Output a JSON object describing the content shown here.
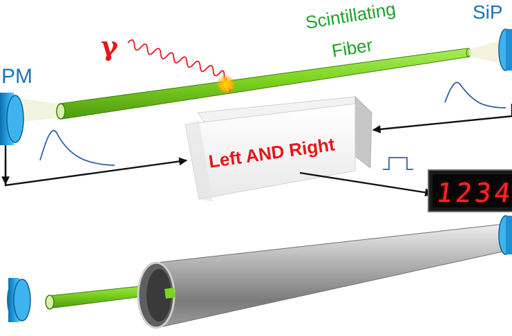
{
  "labels": {
    "left_detector": "PM",
    "right_detector": "SiP",
    "gamma_symbol": "γ",
    "fiber_line1": "Scintillating",
    "fiber_line2": "Fiber",
    "logic_unit": "Left AND Right",
    "counter_value": "1234"
  },
  "colors": {
    "fiber": "#7ed321",
    "detector": "#1e9be0",
    "gamma_wave": "#e4161c",
    "pulse": "#2d5fa8",
    "logic_text": "#e4161c",
    "counter_digits": "#ff2424",
    "tube": "#9a9a9a"
  },
  "icons": {
    "detector": "photodetector-disc-icon",
    "interaction": "flash-icon",
    "counter": "led-counter-icon"
  }
}
